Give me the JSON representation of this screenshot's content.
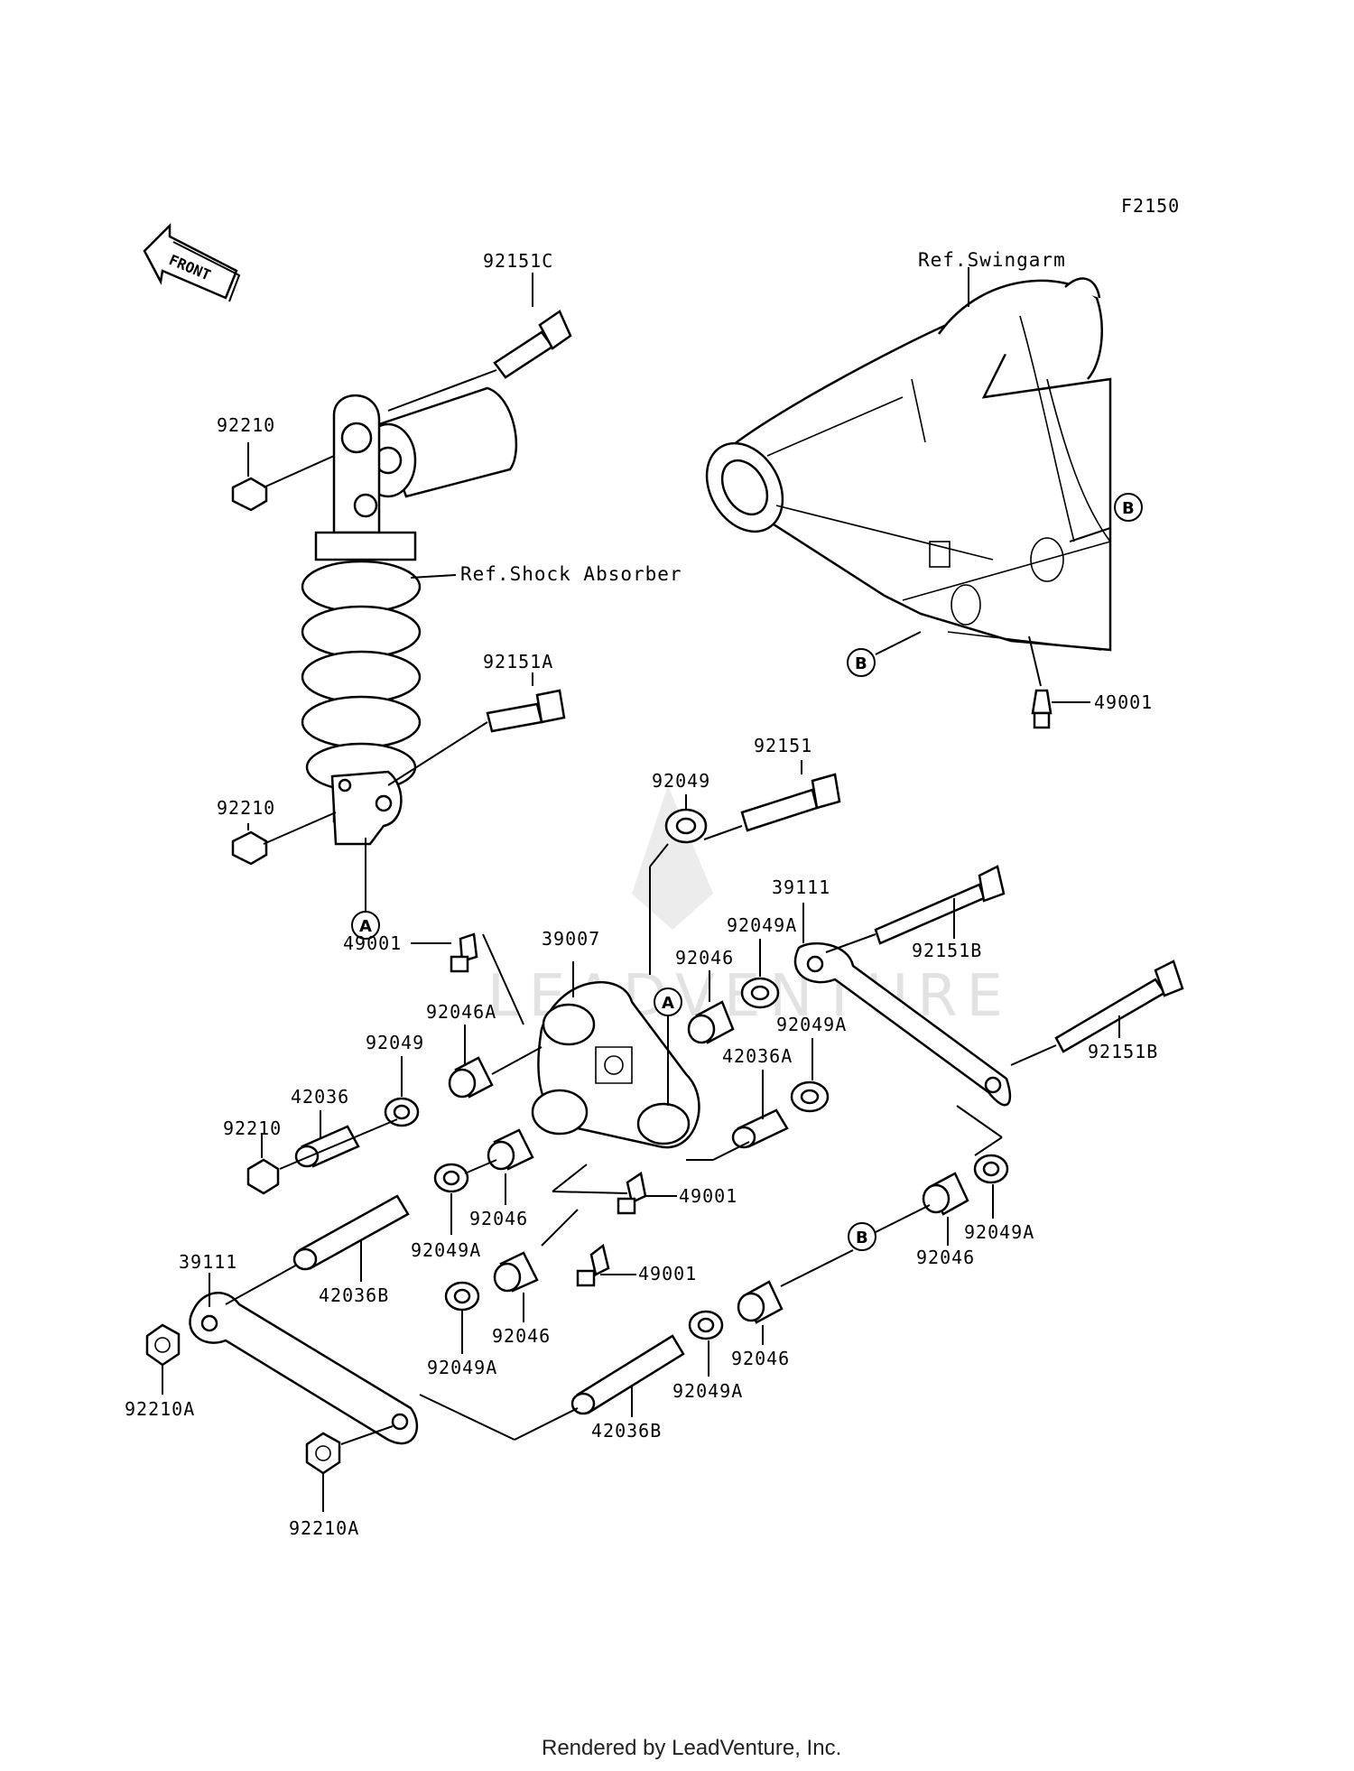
{
  "diagram_code": "F2150",
  "front_label": "FRONT",
  "references": {
    "swingarm": "Ref.Swingarm",
    "shock": "Ref.Shock Absorber"
  },
  "watermark": "LEADVENTURE",
  "footer": "Rendered by LeadVenture, Inc.",
  "callouts": {
    "a": "A",
    "b": "B"
  },
  "parts": {
    "p92151C": "92151C",
    "p92210_top": "92210",
    "p92151A": "92151A",
    "p92210_mid": "92210",
    "p49001_swing": "49001",
    "p92151": "92151",
    "p92049_top": "92049",
    "p39111_right": "39111",
    "p92151B_1": "92151B",
    "p92049A_1": "92049A",
    "p39007": "39007",
    "p92046_1": "92046",
    "p49001_left": "49001",
    "p92046A": "92046A",
    "p92049A_2": "92049A",
    "p42036A": "42036A",
    "p92151B_2": "92151B",
    "p92049_left": "92049",
    "p42036": "42036",
    "p92210_low": "92210",
    "p49001_mid": "49001",
    "p92046_2": "92046",
    "p92049A_3": "92049A",
    "p92049A_4": "92049A",
    "p39111_left": "39111",
    "p42036B_1": "42036B",
    "p49001_low": "49001",
    "p92046_3": "92046",
    "p92049A_5": "92049A",
    "p92046_4": "92046",
    "p92046_5": "92046",
    "p92049A_6": "92049A",
    "p92210A_1": "92210A",
    "p42036B_2": "42036B",
    "p92210A_2": "92210A"
  }
}
